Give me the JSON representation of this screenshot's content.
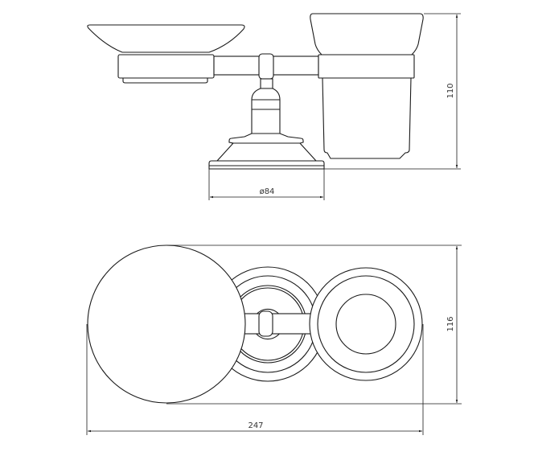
{
  "drawing": {
    "front_view": {
      "height_dimension": "110",
      "base_diameter_dimension": "ø84"
    },
    "top_view": {
      "depth_dimension": "116",
      "width_dimension": "247"
    }
  },
  "colors": {
    "line": "#1a1a1a",
    "background": "#ffffff",
    "dimension_text": "#333333"
  }
}
